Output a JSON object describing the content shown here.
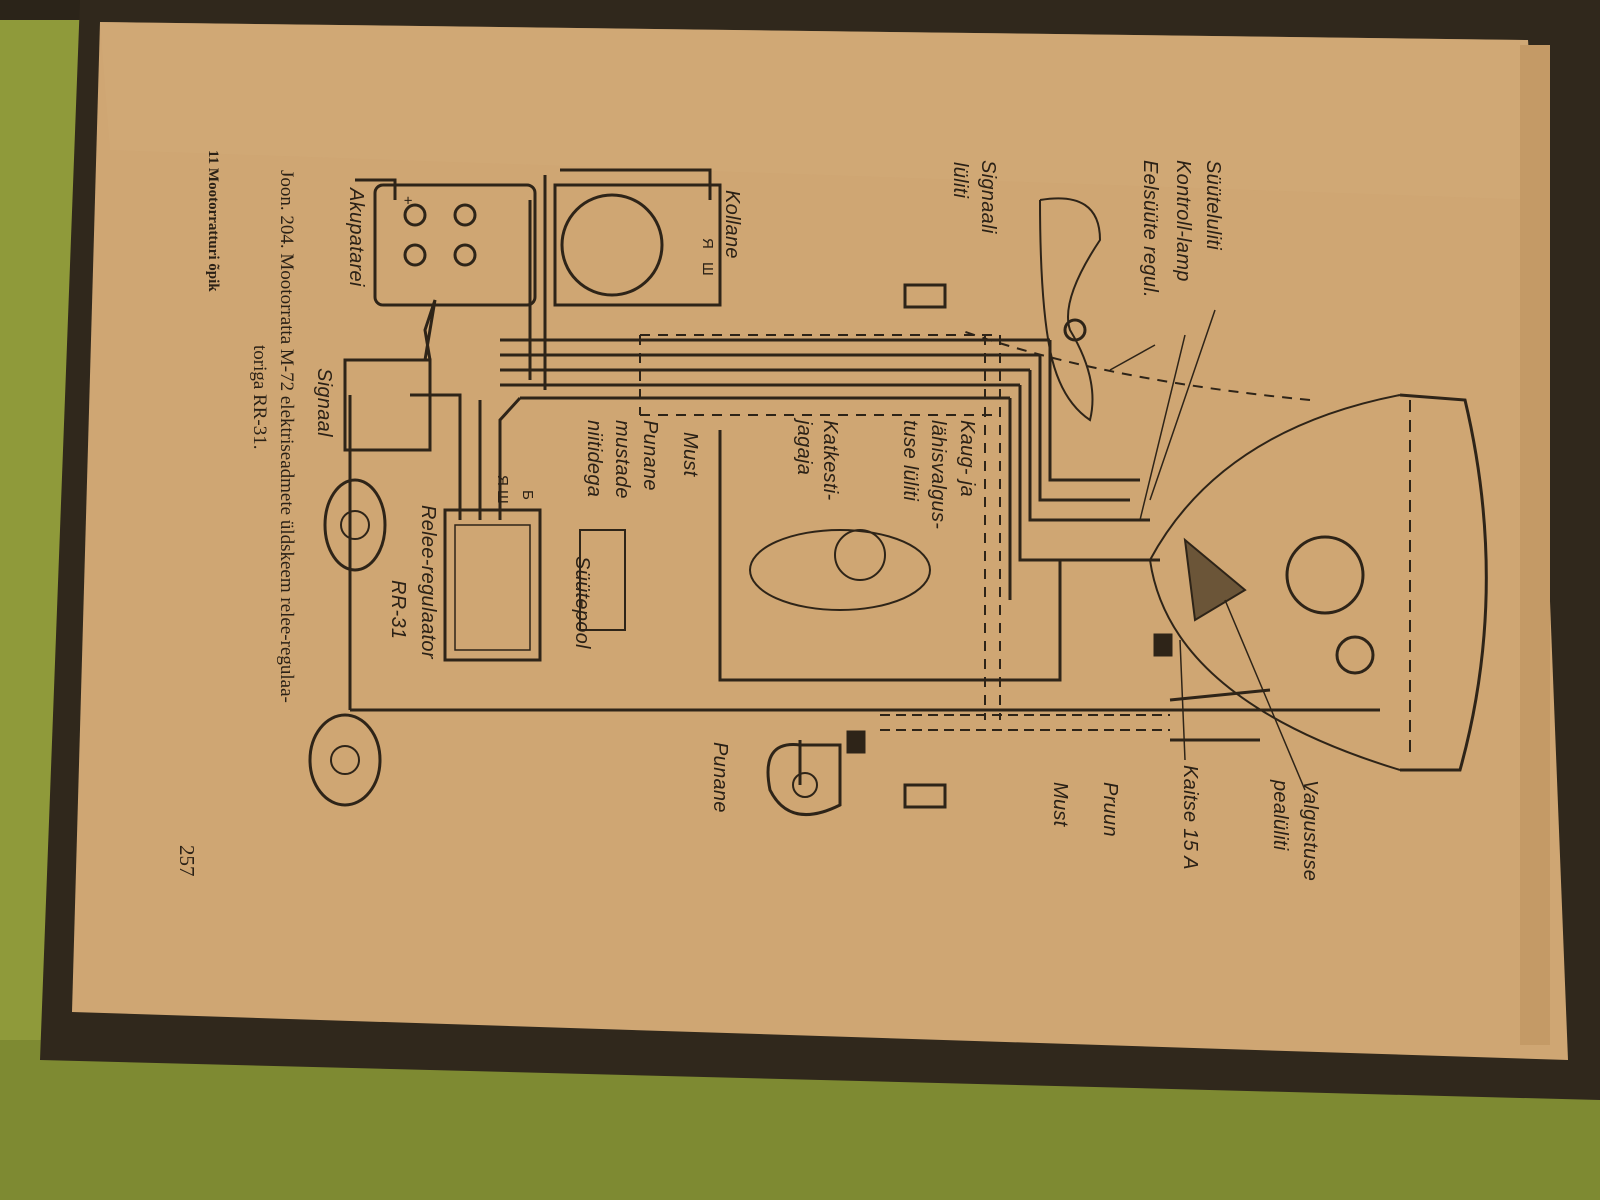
{
  "figure": {
    "caption_line1": "Joon. 204. Mootorratta M-72 elektriseadmete üldskeem relee-regulaa-",
    "caption_line2": "toriga RR-31.",
    "footer": "11 Mootorratturi õpik",
    "page_number": "257"
  },
  "labels": {
    "suuteluliti": "Süüteluliti",
    "kontroll_lamp": "Kontroll-lamp",
    "eelsuute_regul": "Eelsüüte regul.",
    "signaali": "Signaali",
    "luliti": "lüliti",
    "kollane": "Kollane",
    "akupatarei": "Akupatarei",
    "signaal": "Signaal",
    "must_left": "Must",
    "kaug_ja": "Kaug- ja",
    "lahisvalgus": "lähisvalgus-",
    "tuse_luliti": "tuse lüliti",
    "katkesti": "Katkesti-",
    "jagaja": "jagaja",
    "punane_1": "Punane",
    "mustade": "mustade",
    "niitidega": "niitidega",
    "relee_regulaator": "Relee-regulaator",
    "rr31": "RR-31",
    "suutepool": "Süütepool",
    "punane_2": "Punane",
    "valgustuse": "Valgustuse",
    "pealuliti": "pealüliti",
    "kaitse": "Kaitse 15 A",
    "pruun": "Pruun",
    "must_right": "Must"
  },
  "terminals": {
    "gen_ya": "Я",
    "gen_sh": "Ш",
    "rel_b": "Б",
    "rel_ya": "Я",
    "rel_sh": "Ш",
    "plus": "+"
  }
}
